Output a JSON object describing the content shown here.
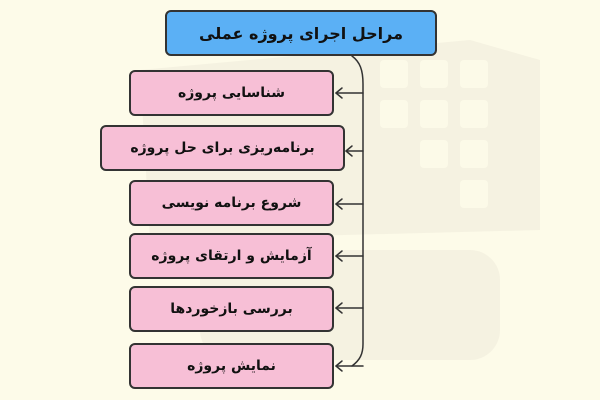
{
  "diagram": {
    "title": "مراحل اجرای پروژه عملی",
    "steps": [
      "شناسایی پروژه",
      "برنامه‌ریزی برای حل پروژه",
      "شروع برنامه نویسی",
      "آزمایش و ارتقای پروژه",
      "بررسی بازخوردها",
      "نمایش پروژه"
    ]
  },
  "colors": {
    "background": "#fdfbe9",
    "title_fill": "#5bb0f5",
    "step_fill": "#f7bfd6",
    "outline": "#333333",
    "watermark": "#ebe7d6"
  }
}
